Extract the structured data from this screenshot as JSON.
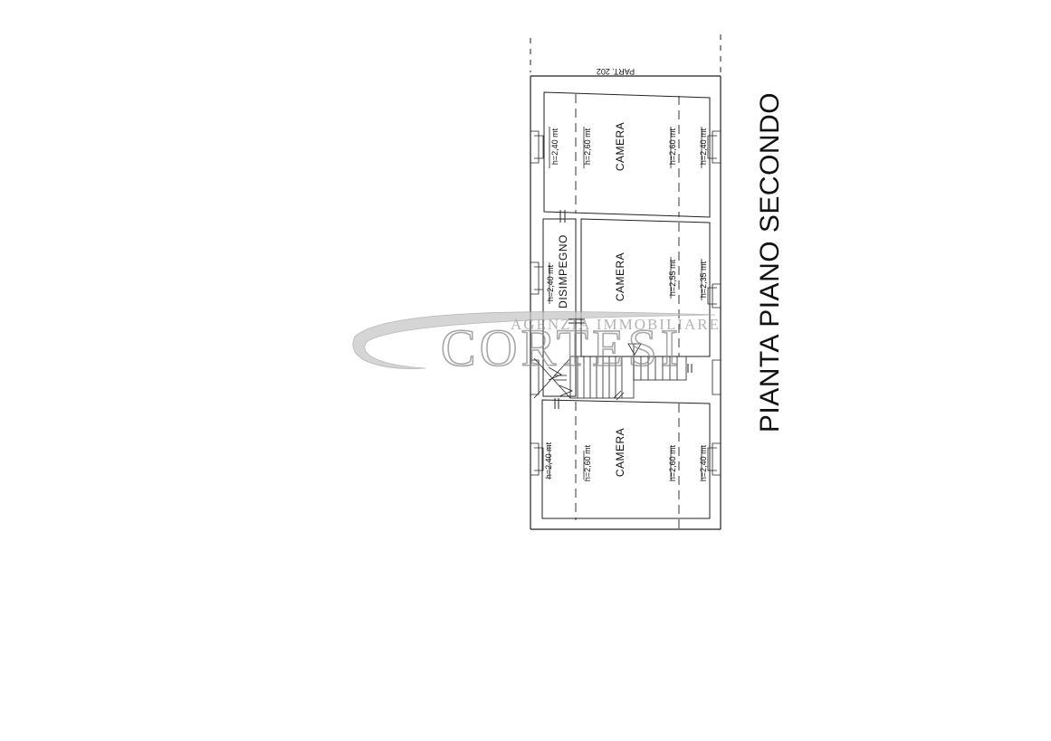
{
  "plan_title": "PIANTA PIANO SECONDO",
  "parcel_label": "PART. 202",
  "rooms": {
    "camera_top": "CAMERA",
    "camera_mid": "CAMERA",
    "disimpegno": "DISIMPEGNO",
    "camera_bottom": "CAMERA"
  },
  "heights": {
    "top_outer_left": "h=2,40 mt",
    "top_inner_left": "h=2,60 mt",
    "top_inner_right": "h=2,60 mt",
    "top_outer_right": "h=2,40 mt",
    "mid_outer_left": "h=2,40 mt",
    "mid_inner_right": "h=2,55 mt",
    "mid_outer_right": "h=2,35 mt",
    "bot_outer_left": "h=2,40 mt",
    "bot_inner_left": "h=2,60 mt",
    "bot_inner_right": "h=2,60 mt",
    "bot_outer_right": "h=2,40 mt"
  },
  "watermark": {
    "line1": "AGENZIA IMMOBILIARE",
    "line2": "CORTESI"
  }
}
